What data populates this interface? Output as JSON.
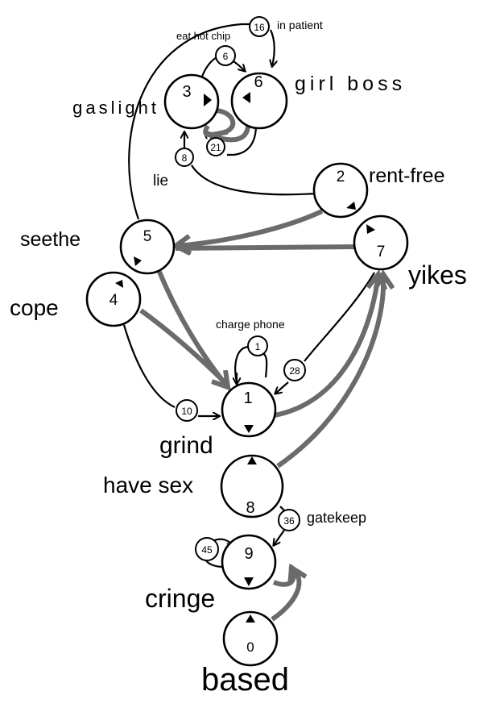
{
  "diagram": {
    "nodes": [
      {
        "id": "0",
        "label": "based"
      },
      {
        "id": "1",
        "label": "grind"
      },
      {
        "id": "2",
        "label": "rent-free"
      },
      {
        "id": "3",
        "label": "gaslight"
      },
      {
        "id": "4",
        "label": "cope"
      },
      {
        "id": "5",
        "label": "seethe"
      },
      {
        "id": "6",
        "label": "girl boss"
      },
      {
        "id": "7",
        "label": "yikes"
      },
      {
        "id": "8",
        "label": "have sex"
      },
      {
        "id": "9",
        "label": "cringe"
      }
    ],
    "edge_weights": {
      "in_patient": "16",
      "eat_hot_chip": "6",
      "w21": "21",
      "lie": "8",
      "charge_phone": "1",
      "w28": "28",
      "w10": "10",
      "gatekeep": "36",
      "w45": "45"
    },
    "edge_labels": {
      "in_patient": "in patient",
      "eat_hot_chip": "eat hot chip",
      "lie": "lie",
      "charge_phone": "charge phone",
      "gatekeep": "gatekeep"
    },
    "colors": {
      "strong_edge": "#6b6b6b",
      "weak_edge": "#000000",
      "node_fill": "#ffffff"
    }
  }
}
